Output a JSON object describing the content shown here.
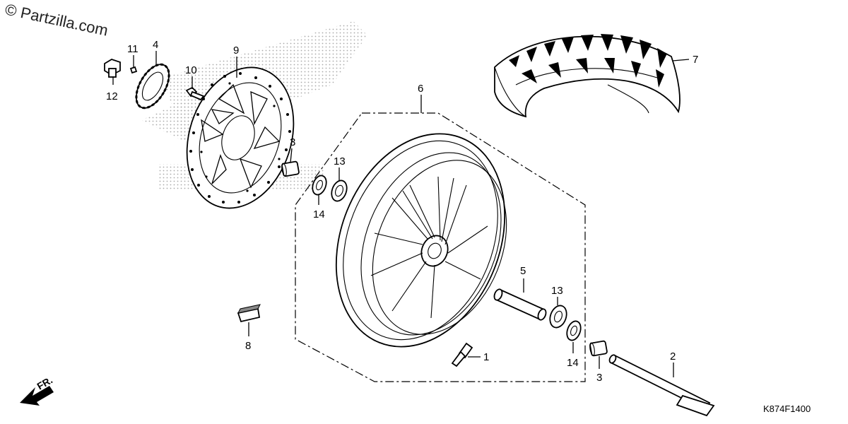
{
  "watermark": "© Partzilla.com",
  "diagram_code": "K874F1400",
  "direction_label": "FR.",
  "callouts": {
    "valve": "1",
    "axle": "2",
    "collar_left": "3",
    "collar_right": "3",
    "bolt_small": "4",
    "axle_spacer": "5",
    "wheel": "6",
    "tire": "7",
    "balance_weight": "8",
    "brake_disc": "9",
    "disc_bolt": "10",
    "screw_11": "11",
    "bolt_12": "12",
    "bearing_left": "13",
    "bearing_right": "13",
    "seal_left": "14",
    "seal_right": "14"
  }
}
